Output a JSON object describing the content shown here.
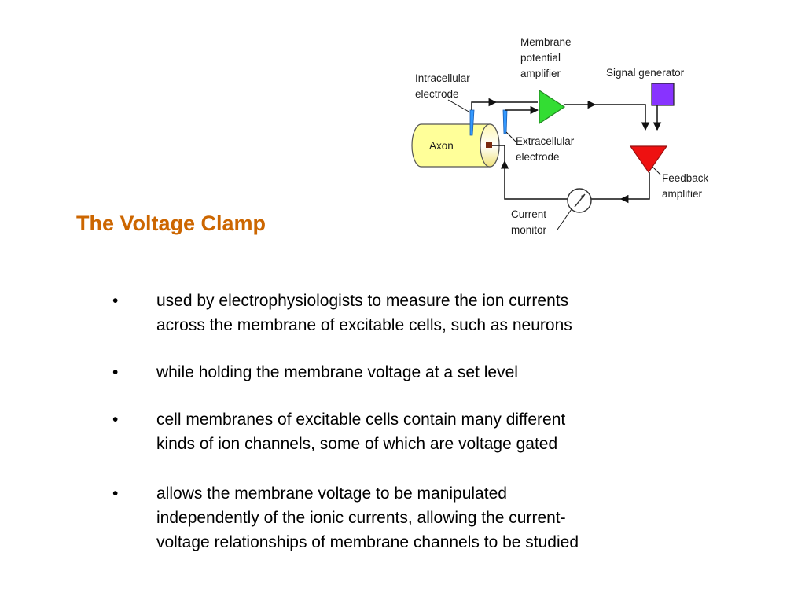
{
  "slide": {
    "title": "The Voltage Clamp",
    "title_color": "#cc6600",
    "bullet_symbol": "•",
    "bullets": [
      {
        "lines": [
          "used by electrophysiologists to measure the ion currents",
          "across the membrane of excitable cells, such as neurons"
        ]
      },
      {
        "lines": [
          "while holding the membrane voltage at a set level"
        ]
      },
      {
        "lines": [
          "cell membranes of excitable cells contain many different",
          "kinds of ion channels, some of which are voltage gated"
        ]
      },
      {
        "lines": [
          "allows the membrane voltage to be manipulated",
          "independently of the ionic currents, allowing the current-",
          "voltage relationships of membrane channels to be studied"
        ]
      }
    ]
  },
  "diagram": {
    "axon_label": "Axon",
    "intracellular_electrode": [
      "Intracellular",
      "electrode"
    ],
    "extracellular_electrode": [
      "Extracellular",
      "electrode"
    ],
    "membrane_amplifier": [
      "Membrane",
      "potential",
      "amplifier"
    ],
    "signal_generator": "Signal generator",
    "feedback_amplifier": [
      "Feedback",
      "amplifier"
    ],
    "current_monitor": [
      "Current",
      "monitor"
    ],
    "colors": {
      "axon_fill": "#ffff99",
      "membrane_amplifier": "#33dd33",
      "signal_generator": "#8833ff",
      "feedback_amplifier": "#ee1111",
      "electrode": "#3399ff",
      "wire": "#111111"
    }
  }
}
